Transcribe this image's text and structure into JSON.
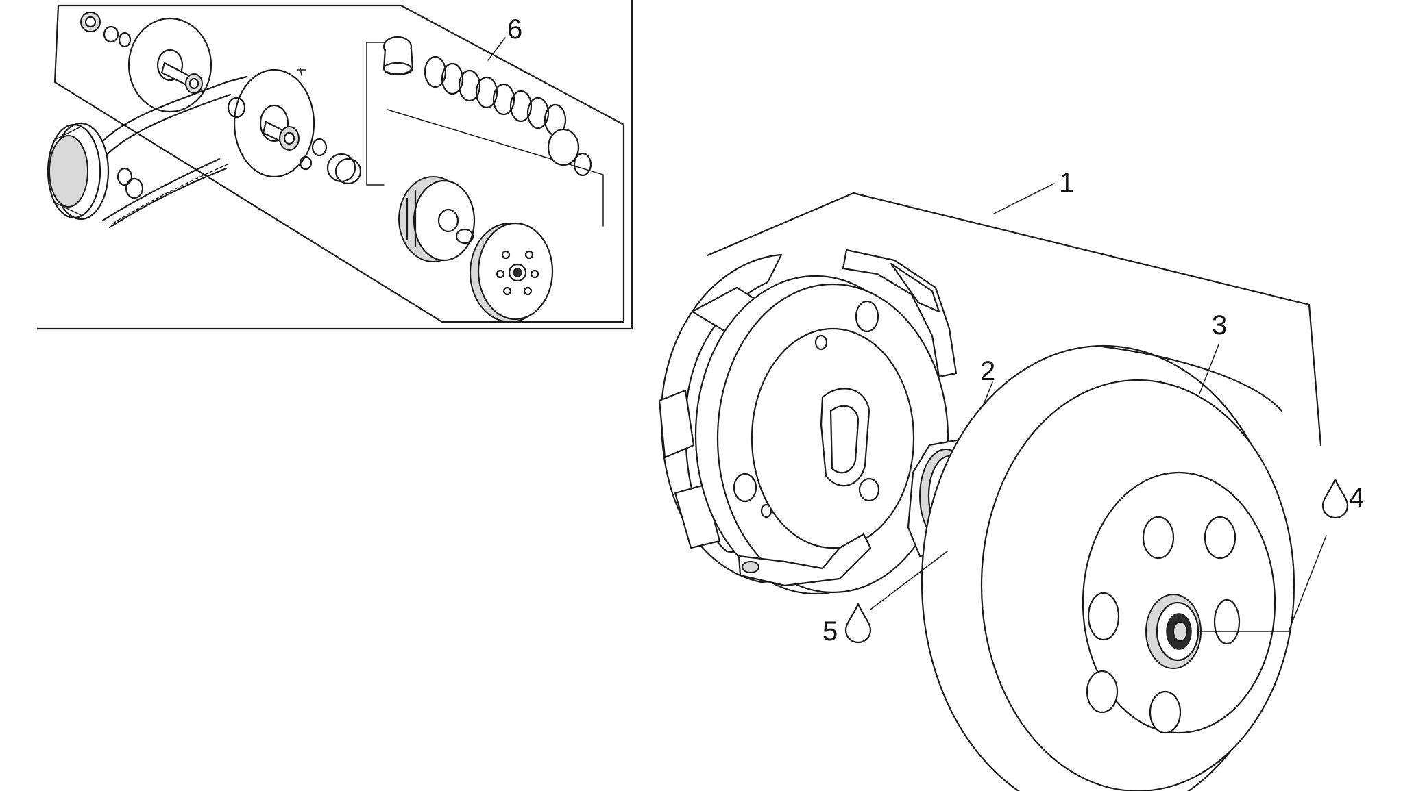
{
  "diagram": {
    "callouts": [
      {
        "id": "1",
        "label": "1"
      },
      {
        "id": "2",
        "label": "2"
      },
      {
        "id": "3",
        "label": "3"
      },
      {
        "id": "4",
        "label": "4"
      },
      {
        "id": "5",
        "label": "5"
      },
      {
        "id": "6",
        "label": "6"
      }
    ],
    "icons": {
      "grease": "grease-drop-icon"
    },
    "colors": {
      "line": "#1a1a1a",
      "background": "#ffffff",
      "shade": "#d9d9d9"
    }
  }
}
